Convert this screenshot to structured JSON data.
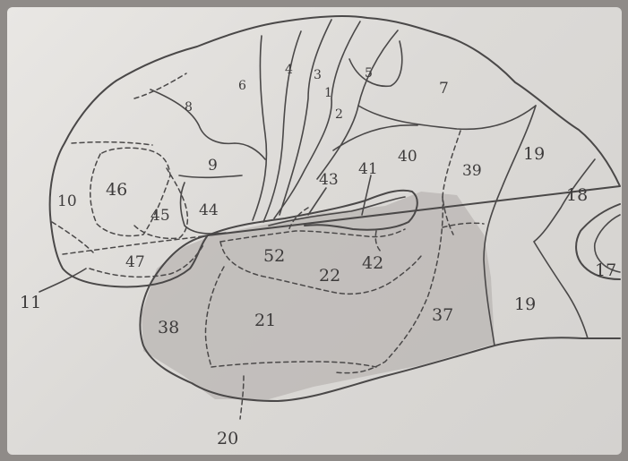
{
  "diagram": {
    "areas": {
      "a1": "1",
      "a2": "2",
      "a3": "3",
      "a4": "4",
      "a5": "5",
      "a6": "6",
      "a7": "7",
      "a8": "8",
      "a9": "9",
      "a10": "10",
      "a11": "11",
      "a17": "17",
      "a18": "18",
      "a19_top": "19",
      "a19_bottom": "19",
      "a20": "20",
      "a21": "21",
      "a22": "22",
      "a37": "37",
      "a38": "38",
      "a39": "39",
      "a40": "40",
      "a41": "41",
      "a42": "42",
      "a43": "43",
      "a44": "44",
      "a45": "45",
      "a46": "46",
      "a47": "47",
      "a52": "52"
    },
    "colors": {
      "line": "#4a4848",
      "shading": "#b9b6b3",
      "paper": "#e2e0dd"
    }
  }
}
